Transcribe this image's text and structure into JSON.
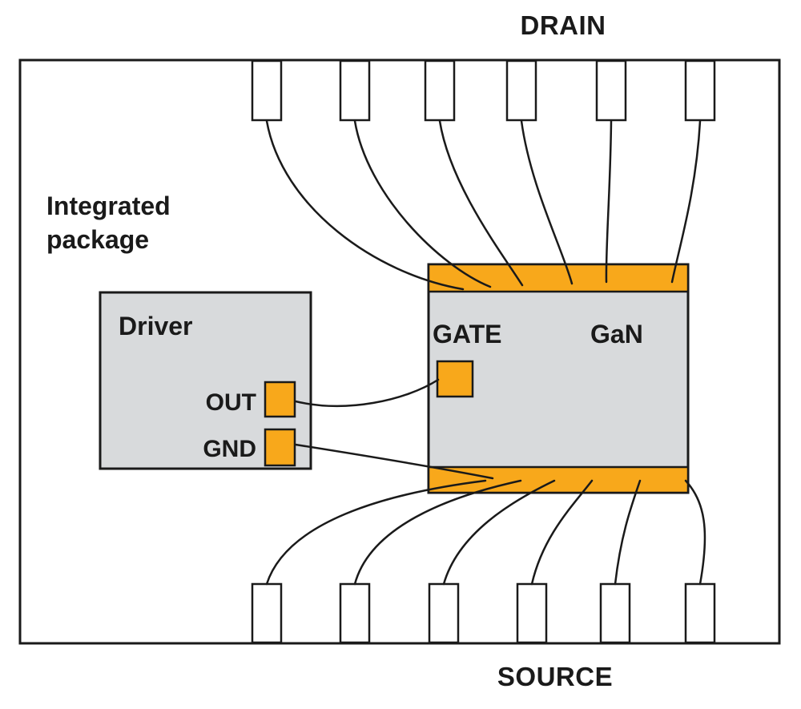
{
  "figure": {
    "labels": {
      "drain": "DRAIN",
      "source": "SOURCE",
      "package_line1": "Integrated",
      "package_line2": "package",
      "driver": "Driver",
      "out": "OUT",
      "gnd": "GND",
      "gate": "GATE",
      "gan": "GaN"
    },
    "colors": {
      "pad_orange": "#F8A81B",
      "chip_gray": "#D8DADC",
      "line_black": "#1A1A1A",
      "background": "#FFFFFF"
    },
    "pins": {
      "drain_pin_count": 6,
      "source_pin_count": 6
    }
  }
}
